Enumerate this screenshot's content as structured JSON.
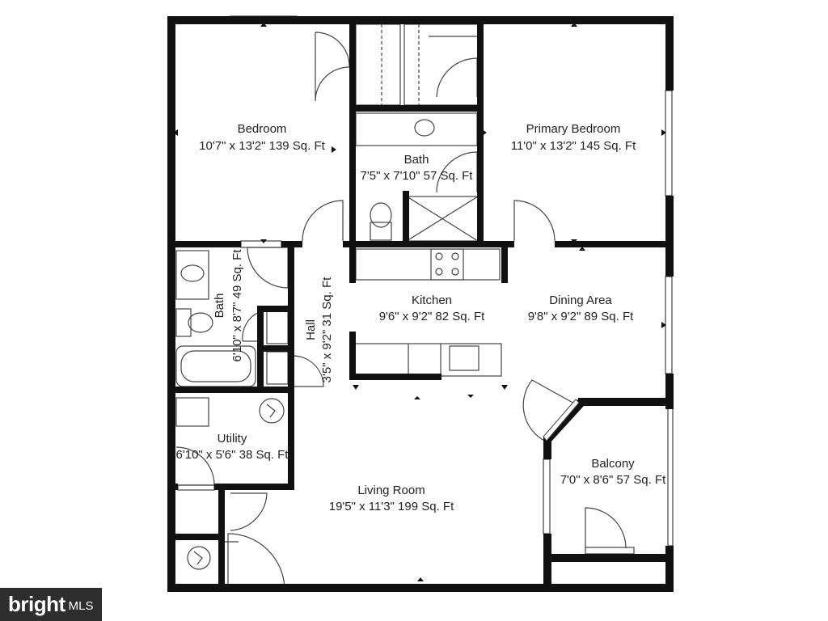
{
  "rooms": {
    "bedroom": {
      "name": "Bedroom",
      "size": "10'7\" x 13'2\" 139 Sq. Ft"
    },
    "primary_bedroom": {
      "name": "Primary Bedroom",
      "size": "11'0\" x 13'2\" 145 Sq. Ft"
    },
    "bath_upper": {
      "name": "Bath",
      "size": "7'5\" x 7'10\" 57 Sq. Ft"
    },
    "kitchen": {
      "name": "Kitchen",
      "size": "9'6\" x 9'2\" 82 Sq. Ft"
    },
    "dining_area": {
      "name": "Dining Area",
      "size": "9'8\" x 9'2\" 89 Sq. Ft"
    },
    "bath_lower": {
      "name": "Bath",
      "size": "6'10\" x 8'7\" 49 Sq. Ft"
    },
    "hall": {
      "name": "Hall",
      "size": "3'5\" x 9'2\" 31 Sq. Ft"
    },
    "utility": {
      "name": "Utility",
      "size": "6'10\" x 5'6\" 38 Sq. Ft"
    },
    "living_room": {
      "name": "Living Room",
      "size": "19'5\" x 11'3\" 199 Sq. Ft"
    },
    "balcony": {
      "name": "Balcony",
      "size": "7'0\" x 8'6\" 57 Sq. Ft"
    }
  },
  "logo": {
    "brand": "bright",
    "suffix": "MLS"
  },
  "colors": {
    "wall": "#111111",
    "line": "#333333",
    "background": "#ffffff"
  }
}
